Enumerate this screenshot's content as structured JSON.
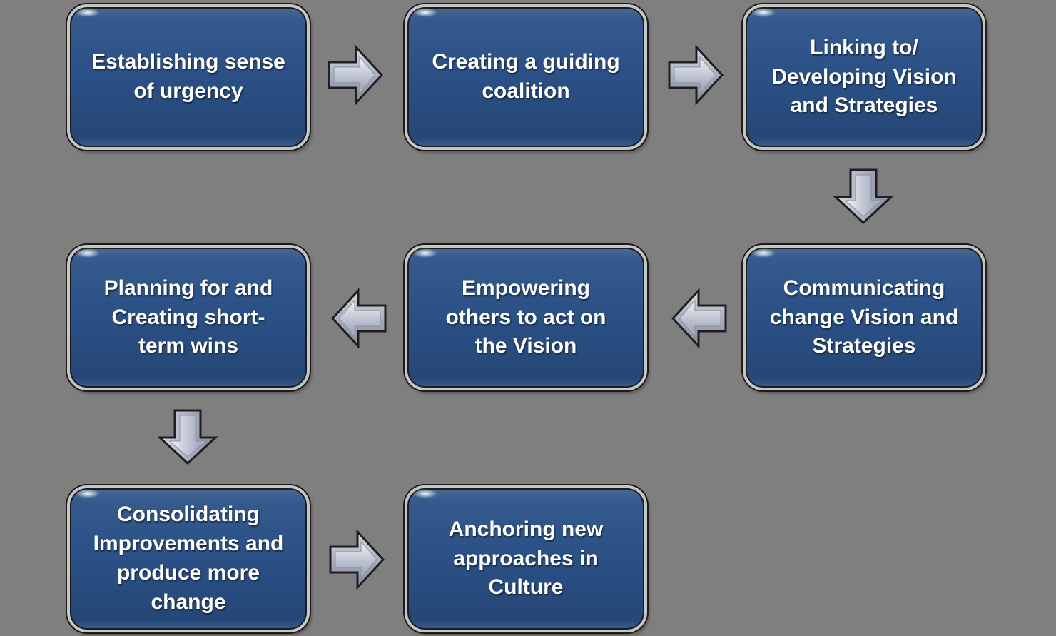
{
  "diagram": {
    "background_color": "#7f7f7f",
    "box_fill_color": "#2b5187",
    "box_rim_color": "#c6c6c6",
    "box_outline_color": "#1c1c1c",
    "box_text_color": "#ffffff",
    "arrow_fill_color": "#c3c9d6",
    "arrow_highlight_color": "#f2f4f7",
    "arrow_outline_color": "#1f1f1f",
    "boxes": [
      {
        "id": "establishing-urgency",
        "label": "Establishing sense\nof urgency"
      },
      {
        "id": "guiding-coalition",
        "label": "Creating a guiding\ncoalition"
      },
      {
        "id": "vision-strategies",
        "label": "Linking to/\nDeveloping Vision\nand Strategies"
      },
      {
        "id": "communicating-vision",
        "label": "Communicating\nchange Vision and\nStrategies"
      },
      {
        "id": "empowering-others",
        "label": "Empowering\nothers to act on\nthe Vision"
      },
      {
        "id": "short-term-wins",
        "label": "Planning for and\nCreating short-\nterm wins"
      },
      {
        "id": "consolidating-improvements",
        "label": "Consolidating\nImprovements and\nproduce more\nchange"
      },
      {
        "id": "anchoring-culture",
        "label": "Anchoring new\napproaches in\nCulture"
      }
    ],
    "connectors": [
      {
        "from": "establishing-urgency",
        "to": "guiding-coalition",
        "direction": "right"
      },
      {
        "from": "guiding-coalition",
        "to": "vision-strategies",
        "direction": "right"
      },
      {
        "from": "vision-strategies",
        "to": "communicating-vision",
        "direction": "down"
      },
      {
        "from": "communicating-vision",
        "to": "empowering-others",
        "direction": "left"
      },
      {
        "from": "empowering-others",
        "to": "short-term-wins",
        "direction": "left"
      },
      {
        "from": "short-term-wins",
        "to": "consolidating-improvements",
        "direction": "down"
      },
      {
        "from": "consolidating-improvements",
        "to": "anchoring-culture",
        "direction": "right"
      }
    ]
  }
}
